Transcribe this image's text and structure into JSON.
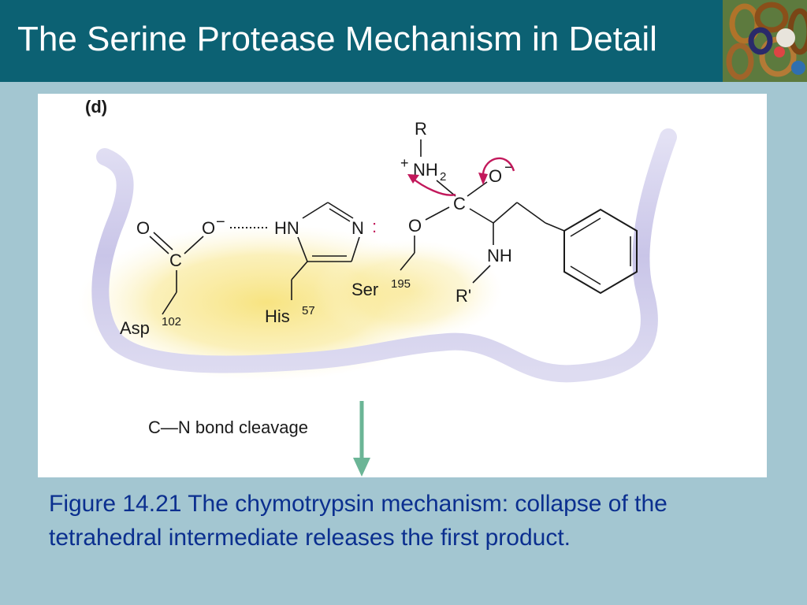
{
  "slide": {
    "title": "The Serine Protease Mechanism in Detail",
    "caption": "Figure 14.21 The chymotrypsin mechanism: collapse of the tetrahedral intermediate releases the first product."
  },
  "figure": {
    "panel_label": "(d)",
    "asp": {
      "carbonyl_o": "O",
      "carboxyl_c": "C",
      "anion_o": "O",
      "charge": "−",
      "name": "Asp",
      "number": "102"
    },
    "his": {
      "hn": "HN",
      "n": "N",
      "lone_pair": ":",
      "name": "His",
      "number": "57"
    },
    "ser": {
      "o": "O",
      "name": "Ser",
      "number": "195"
    },
    "substrate": {
      "r": "R",
      "plus": "+",
      "nh": "NH",
      "nh_sub": "2",
      "c": "C",
      "oxyanion": "O",
      "oxy_charge": "−",
      "amide_nh": "NH",
      "r_prime": "R'"
    },
    "step_label": "C—N bond cleavage"
  },
  "colors": {
    "title_bar": "#0c6173",
    "background": "#a3c6d1",
    "caption_text": "#0b2f8f",
    "arrow_green": "#6bb596",
    "curved_arrow": "#c2185b",
    "pocket_outline": "#ccc9ea",
    "pocket_fill": "#f7e27a"
  },
  "icons": {
    "thumbnail": "protein-structure-thumbnail"
  }
}
